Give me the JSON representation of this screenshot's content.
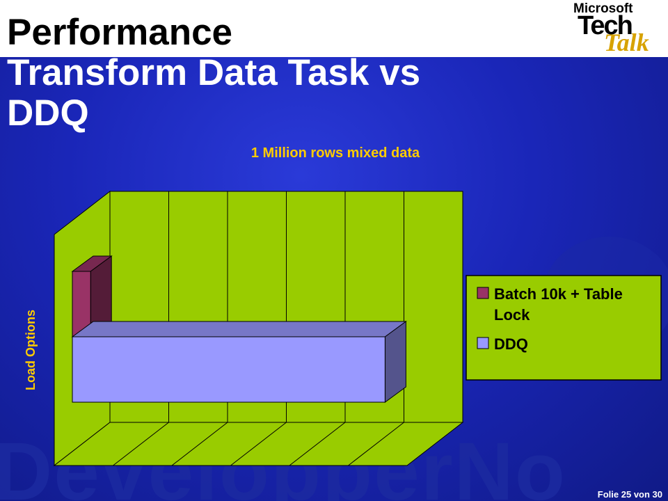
{
  "slide": {
    "title_line1": "Performance",
    "title_line2": "Transform Data Task vs",
    "title_line3": "DDQ",
    "logo": {
      "microsoft": "Microsoft",
      "tech": "Tech",
      "talk": "Talk"
    },
    "watermark_text": "DevelopperNo",
    "footer": "Folie 25 von 30"
  },
  "colors": {
    "background": "#1a26b8",
    "plot_area": "#99cc00",
    "series_batch": "#993366",
    "series_ddq": "#9999ff",
    "chart_text": "#ffcc00",
    "logo_accent": "#d7a200"
  },
  "chart_data": {
    "type": "bar",
    "orientation": "horizontal",
    "three_d": true,
    "title": "1 Million rows mixed data",
    "ylabel": "Load Options",
    "xlabel": "",
    "categories": [
      ""
    ],
    "series": [
      {
        "name": "Batch 10k + Table Lock",
        "values": [
          7
        ],
        "color": "#993366"
      },
      {
        "name": "DDQ",
        "values": [
          120
        ],
        "color": "#9999ff"
      }
    ],
    "xlim": [
      0,
      132
    ],
    "grid": true,
    "legend_position": "right"
  }
}
